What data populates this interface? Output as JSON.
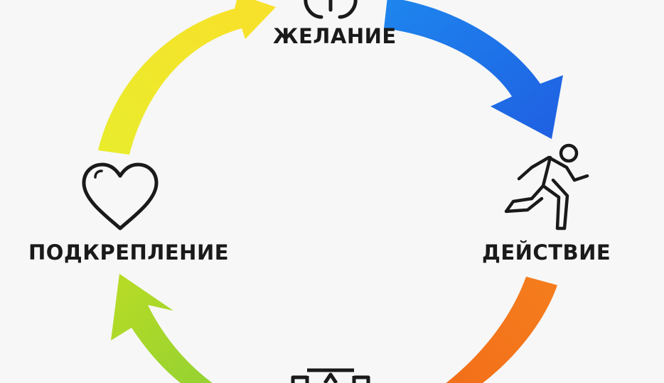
{
  "cycle": {
    "stages": {
      "desire": "ЖЕЛАНИЕ",
      "action": "ДЕЙСТВИЕ",
      "reward": "",
      "reinforcement": "ПОДКРЕПЛЕНИЕ"
    },
    "icons": {
      "desire": "brain-icon",
      "action": "running-person-icon",
      "reward": "trophy-icon",
      "reinforcement": "heart-icon"
    },
    "arrow_colors": {
      "desire_to_action": "#1f6ee8",
      "action_to_reward": "#f47a1c",
      "reward_to_reinforcement": "#a6d62a",
      "reinforcement_to_desire": "#f7e12a"
    },
    "text_color": "#1a1a1a",
    "background": "#f7f7f7"
  }
}
